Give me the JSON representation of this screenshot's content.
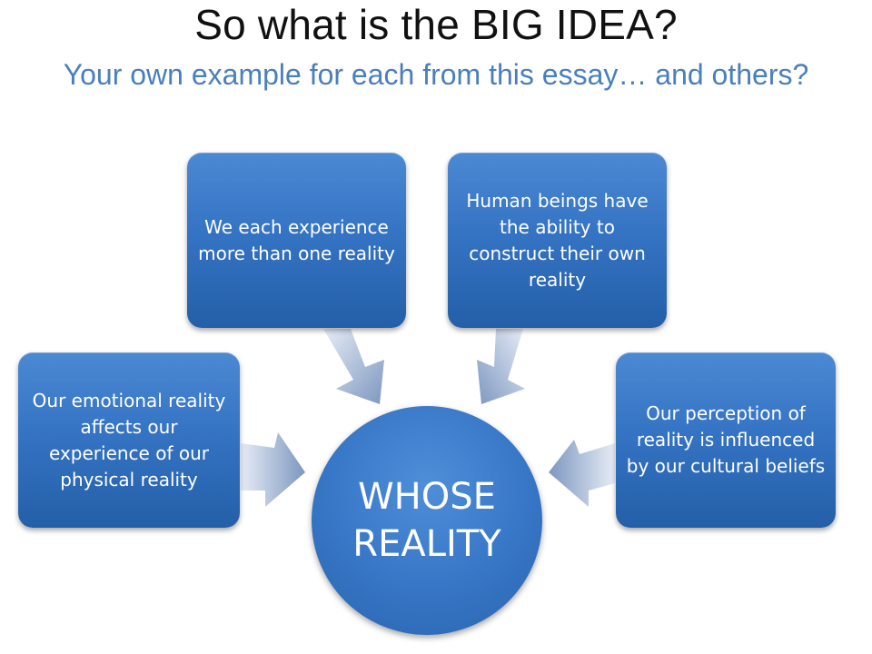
{
  "title": "So what is the BIG IDEA?",
  "subtitle": "Your own example for each from this essay… and others?",
  "center": {
    "label": "WHOSE REALITY"
  },
  "nodes": {
    "top_left": "We each experience more than one reality",
    "top_right": "Human beings have the ability to construct their own reality",
    "left": "Our emotional reality affects our experience of our physical reality",
    "right": "Our perception of reality is influenced by our cultural beliefs"
  },
  "colors": {
    "box_fill": "#3574c4",
    "arrow_fill": "#8aa3c9",
    "subtitle": "#4a7fbd"
  }
}
